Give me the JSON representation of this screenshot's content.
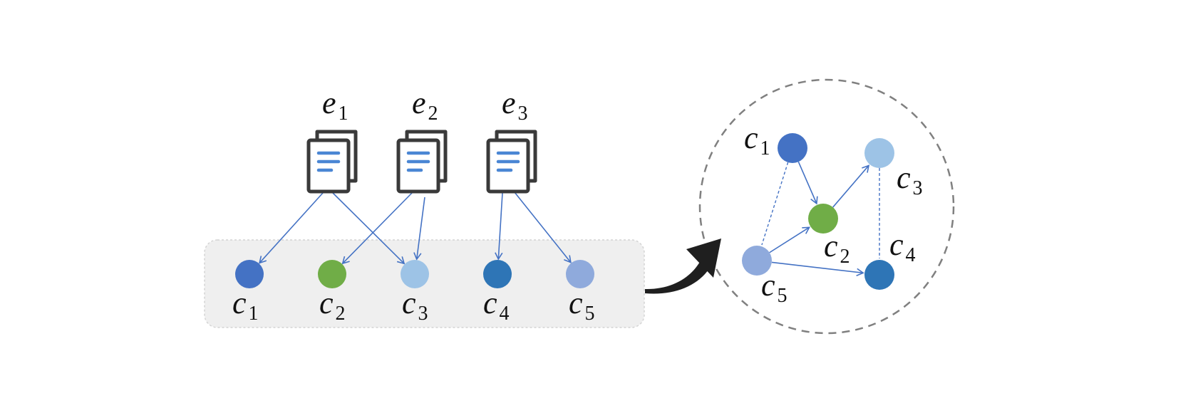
{
  "colors": {
    "edge": "#4472c4",
    "doc_stroke": "#3a3a3a",
    "doc_lines": "#4a86d4",
    "panel_fill": "#efefef",
    "panel_border": "#d4d4d4",
    "circle_border": "#808080",
    "curved_arrow": "#1f1f1f"
  },
  "documents": [
    {
      "id": "e1",
      "letter": "e",
      "sub": "1",
      "icon": "document-stack-icon"
    },
    {
      "id": "e2",
      "letter": "e",
      "sub": "2",
      "icon": "document-stack-icon"
    },
    {
      "id": "e3",
      "letter": "e",
      "sub": "3",
      "icon": "document-stack-icon"
    }
  ],
  "concepts": [
    {
      "id": "c1",
      "letter": "c",
      "sub": "1",
      "color": "#4472c4"
    },
    {
      "id": "c2",
      "letter": "c",
      "sub": "2",
      "color": "#70ad47"
    },
    {
      "id": "c3",
      "letter": "c",
      "sub": "3",
      "color": "#9dc3e6"
    },
    {
      "id": "c4",
      "letter": "c",
      "sub": "4",
      "color": "#2e75b6"
    },
    {
      "id": "c5",
      "letter": "c",
      "sub": "5",
      "color": "#8faadc"
    }
  ],
  "document_links": [
    {
      "from": "e1",
      "to": "c1"
    },
    {
      "from": "e1",
      "to": "c3"
    },
    {
      "from": "e2",
      "to": "c2"
    },
    {
      "from": "e2",
      "to": "c3"
    },
    {
      "from": "e3",
      "to": "c4"
    },
    {
      "from": "e3",
      "to": "c5"
    }
  ],
  "graph_edges": [
    {
      "from": "c1",
      "to": "c2",
      "style": "arrow"
    },
    {
      "from": "c2",
      "to": "c3",
      "style": "arrow"
    },
    {
      "from": "c5",
      "to": "c2",
      "style": "arrow"
    },
    {
      "from": "c5",
      "to": "c4",
      "style": "arrow"
    },
    {
      "from": "c1",
      "to": "c5",
      "style": "dashed"
    },
    {
      "from": "c3",
      "to": "c4",
      "style": "dashed"
    }
  ]
}
